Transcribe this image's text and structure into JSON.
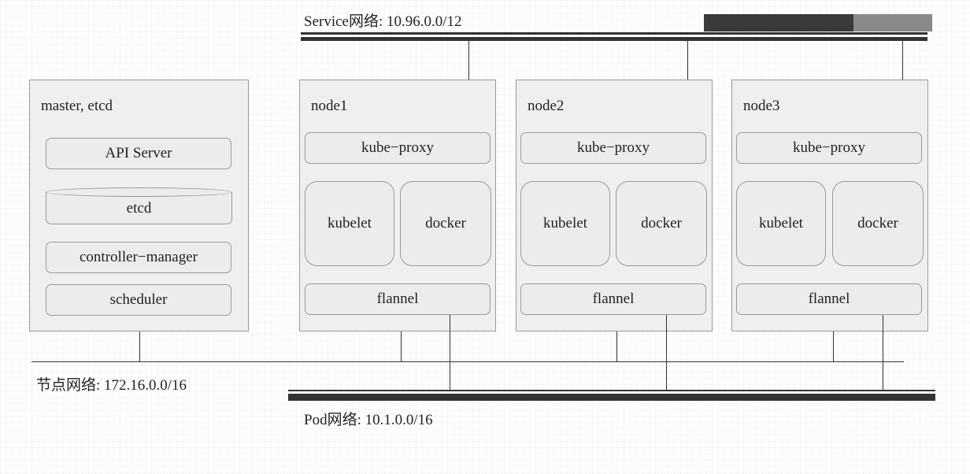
{
  "service_network": {
    "label": "Service网络: 10.96.0.0/12"
  },
  "node_network": {
    "label": "节点网络: 172.16.0.0/16"
  },
  "pod_network": {
    "label": "Pod网络: 10.1.0.0/16"
  },
  "master": {
    "title": "master, etcd",
    "components": {
      "api_server": "API Server",
      "etcd": "etcd",
      "controller_manager": "controller−manager",
      "scheduler": "scheduler"
    }
  },
  "nodes": [
    {
      "title": "node1",
      "kube_proxy": "kube−proxy",
      "kubelet": "kubelet",
      "docker": "docker",
      "flannel": "flannel"
    },
    {
      "title": "node2",
      "kube_proxy": "kube−proxy",
      "kubelet": "kubelet",
      "docker": "docker",
      "flannel": "flannel"
    },
    {
      "title": "node3",
      "kube_proxy": "kube−proxy",
      "kubelet": "kubelet",
      "docker": "docker",
      "flannel": "flannel"
    }
  ],
  "colors": {
    "line": "#333333",
    "panel": "#efefef",
    "bar_dark": "#3a3a3a",
    "bar_gray": "#8a8a8a"
  }
}
